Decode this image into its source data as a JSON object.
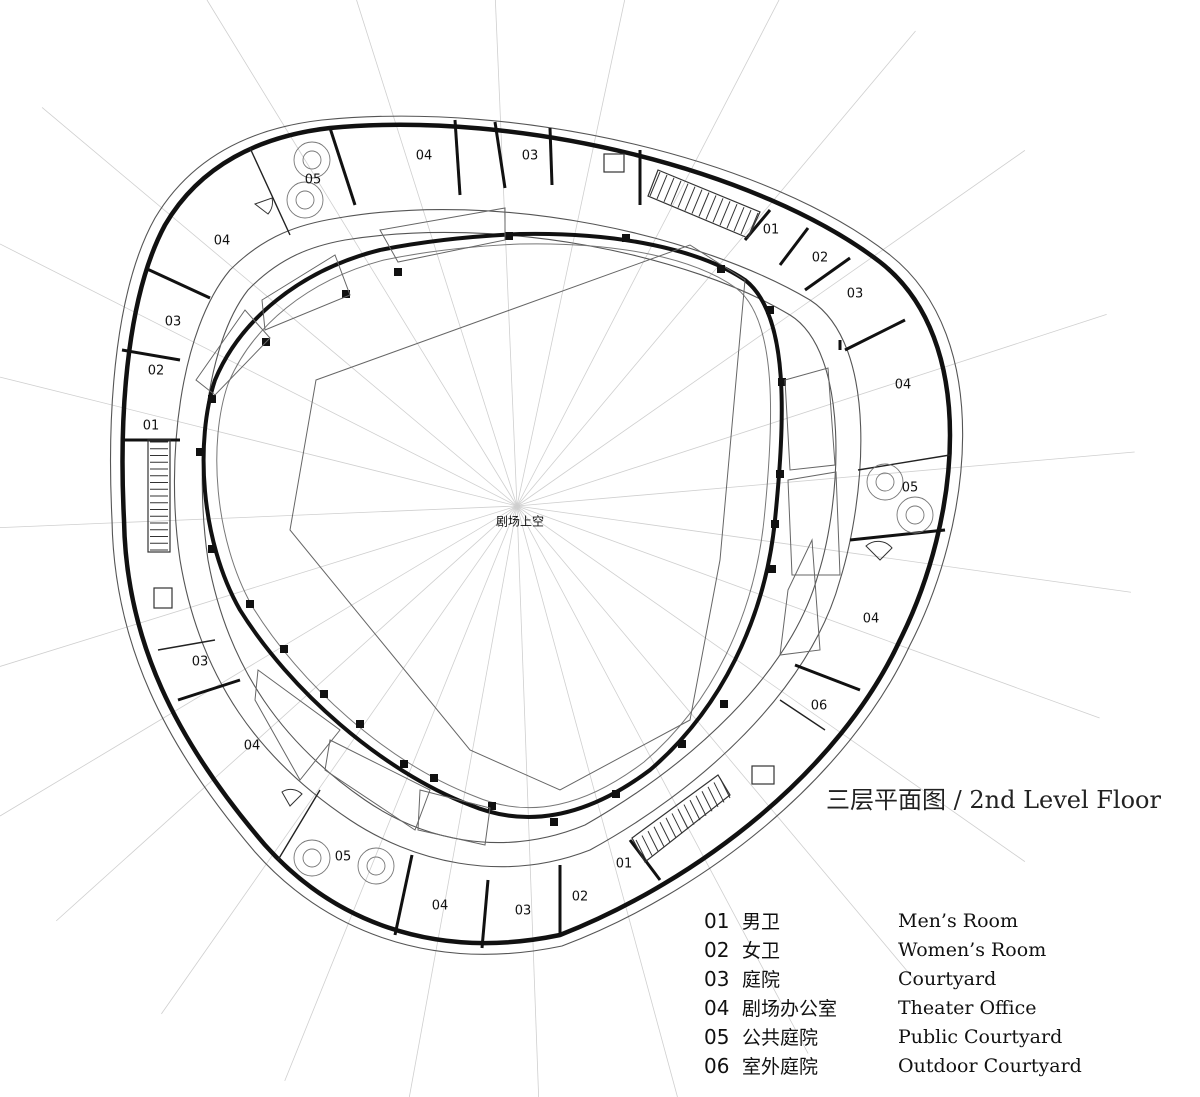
{
  "title": {
    "zh": "三层平面图",
    "separator": " / ",
    "en": "2nd Level Floor"
  },
  "center_label": "剧场上空",
  "room_labels": {
    "r1": "04",
    "r2": "03",
    "r3": "05",
    "r4": "04",
    "r5": "01",
    "r6": "02",
    "r7": "03",
    "r8": "03",
    "r9": "02",
    "r10": "01",
    "r11": "04",
    "r12": "05",
    "r13": "04",
    "r14": "03",
    "r15": "04",
    "r16": "06",
    "r17": "05",
    "r18": "04",
    "r19": "03",
    "r20": "02",
    "r21": "01"
  },
  "legend": [
    {
      "code": "01",
      "zh": "男卫",
      "en": "Men’s Room"
    },
    {
      "code": "02",
      "zh": "女卫",
      "en": "Women’s Room"
    },
    {
      "code": "03",
      "zh": "庭院",
      "en": "Courtyard"
    },
    {
      "code": "04",
      "zh": "剧场办公室",
      "en": "Theater Office"
    },
    {
      "code": "05",
      "zh": "公共庭院",
      "en": "Public Courtyard"
    },
    {
      "code": "06",
      "zh": "室外庭院",
      "en": "Outdoor Courtyard"
    }
  ]
}
